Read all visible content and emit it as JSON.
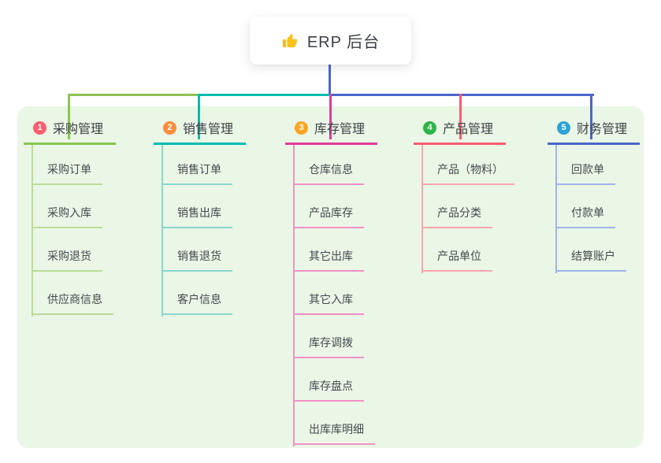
{
  "root": {
    "label": "ERP 后台",
    "icon": "thumbs-up-icon",
    "line_color": "#4a66cb"
  },
  "panel_color": "#eaf6e6",
  "branches": [
    {
      "badge": "1",
      "badge_color": "#f85d70",
      "title": "采购管理",
      "line_color": "#8dc453",
      "child_line_color": "#b9dd97",
      "children": [
        "采购订单",
        "采购入库",
        "采购退货",
        "供应商信息"
      ]
    },
    {
      "badge": "2",
      "badge_color": "#fb8d3d",
      "title": "销售管理",
      "line_color": "#00bcb0",
      "child_line_color": "#8ad7ce",
      "children": [
        "销售订单",
        "销售出库",
        "销售退货",
        "客户信息"
      ]
    },
    {
      "badge": "3",
      "badge_color": "#fca525",
      "title": "库存管理",
      "line_color": "#e03d96",
      "child_line_color": "#f092c5",
      "children": [
        "仓库信息",
        "产品库存",
        "其它出库",
        "其它入库",
        "库存调拨",
        "库存盘点",
        "出库库明细"
      ]
    },
    {
      "badge": "4",
      "badge_color": "#2db44b",
      "title": "产品管理",
      "line_color": "#f75c6e",
      "child_line_color": "#fba6af",
      "children": [
        "产品（物料）",
        "产品分类",
        "产品单位"
      ]
    },
    {
      "badge": "5",
      "badge_color": "#2ba3d9",
      "title": "财务管理",
      "line_color": "#4a66cb",
      "child_line_color": "#9fb4e8",
      "children": [
        "回款单",
        "付款单",
        "结算账户"
      ]
    }
  ]
}
